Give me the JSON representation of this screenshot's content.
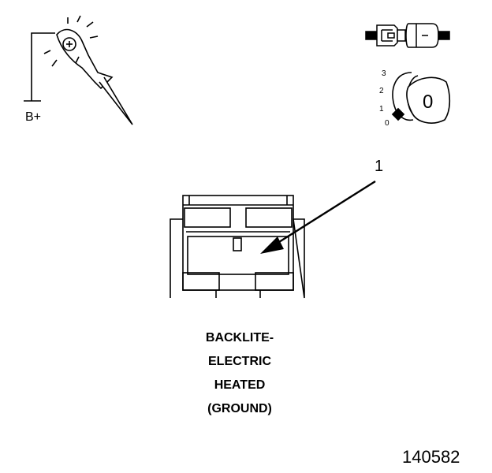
{
  "test_light": {
    "label": "B+"
  },
  "ignition": {
    "positions": [
      "3",
      "2",
      "1",
      "0"
    ],
    "key_label": "0"
  },
  "connector": {
    "callout_number": "1",
    "caption_lines": [
      "BACKLITE-",
      "ELECTRIC",
      "HEATED",
      "(GROUND)"
    ]
  },
  "figure_number": "140582"
}
